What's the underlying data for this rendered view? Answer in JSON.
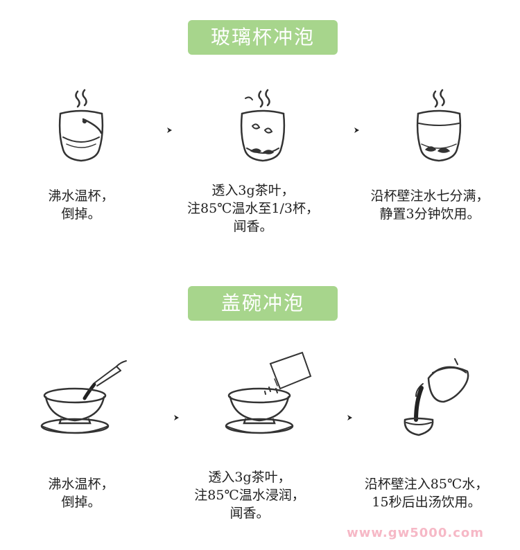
{
  "glass": {
    "title": "玻璃杯冲泡",
    "steps": [
      {
        "line1": "沸水温杯，",
        "line2": "倒掉。",
        "line3": ""
      },
      {
        "line1": "透入3g茶叶，",
        "line2": "注85℃温水至1/3杯，",
        "line3": "闻香。"
      },
      {
        "line1": "沿杯壁注水七分满，",
        "line2": "静置3分钟饮用。",
        "line3": ""
      }
    ]
  },
  "gaiwan": {
    "title": "盖碗冲泡",
    "steps": [
      {
        "line1": "沸水温杯，",
        "line2": "倒掉。",
        "line3": ""
      },
      {
        "line1": "透入3g茶叶，",
        "line2": "注85℃温水浸润，",
        "line3": "闻香。"
      },
      {
        "line1": "沿杯壁注入85℃水，",
        "line2": "15秒后出汤饮用。",
        "line3": ""
      }
    ]
  },
  "watermark": "www.gw5000.com",
  "colors": {
    "title_bg": "#a7d58c",
    "title_text": "#ffffff",
    "line_art": "#333333",
    "watermark": "#f6b8c6"
  }
}
